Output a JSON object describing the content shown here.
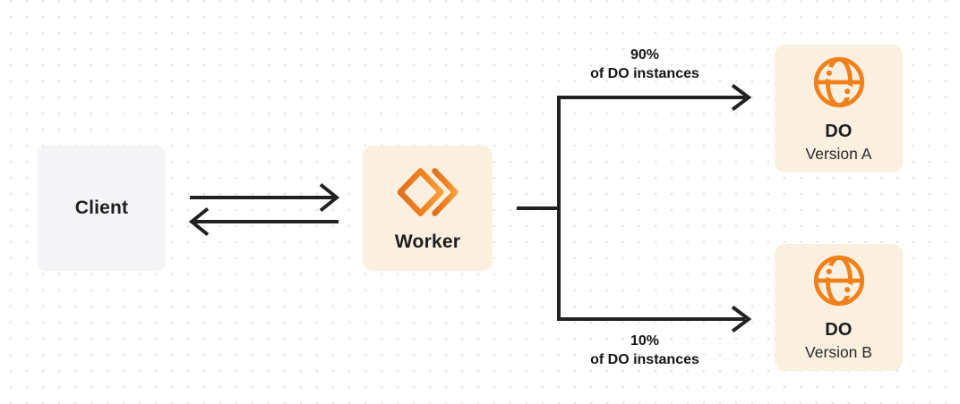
{
  "canvas": {
    "background": "#ffffff",
    "dot_grid_color": "#e4e4e6"
  },
  "colors": {
    "accent_orange": "#f0801c",
    "box_cream": "#fbf0df",
    "box_gray": "#f4f4f6",
    "connector": "#212121",
    "text_dark": "#1d1d1f"
  },
  "nodes": {
    "client": {
      "label": "Client"
    },
    "worker": {
      "label": "Worker",
      "icon": "cloudflare-workers-icon"
    },
    "do_a": {
      "title": "DO",
      "subtitle": "Version A",
      "icon": "durable-object-globe-icon"
    },
    "do_b": {
      "title": "DO",
      "subtitle": "Version B",
      "icon": "durable-object-globe-icon"
    }
  },
  "edges": {
    "client_worker": {
      "type": "bidirectional-arrows"
    },
    "branch_a": {
      "percent": "90%",
      "caption": "of DO instances"
    },
    "branch_b": {
      "percent": "10%",
      "caption": "of DO instances"
    }
  }
}
